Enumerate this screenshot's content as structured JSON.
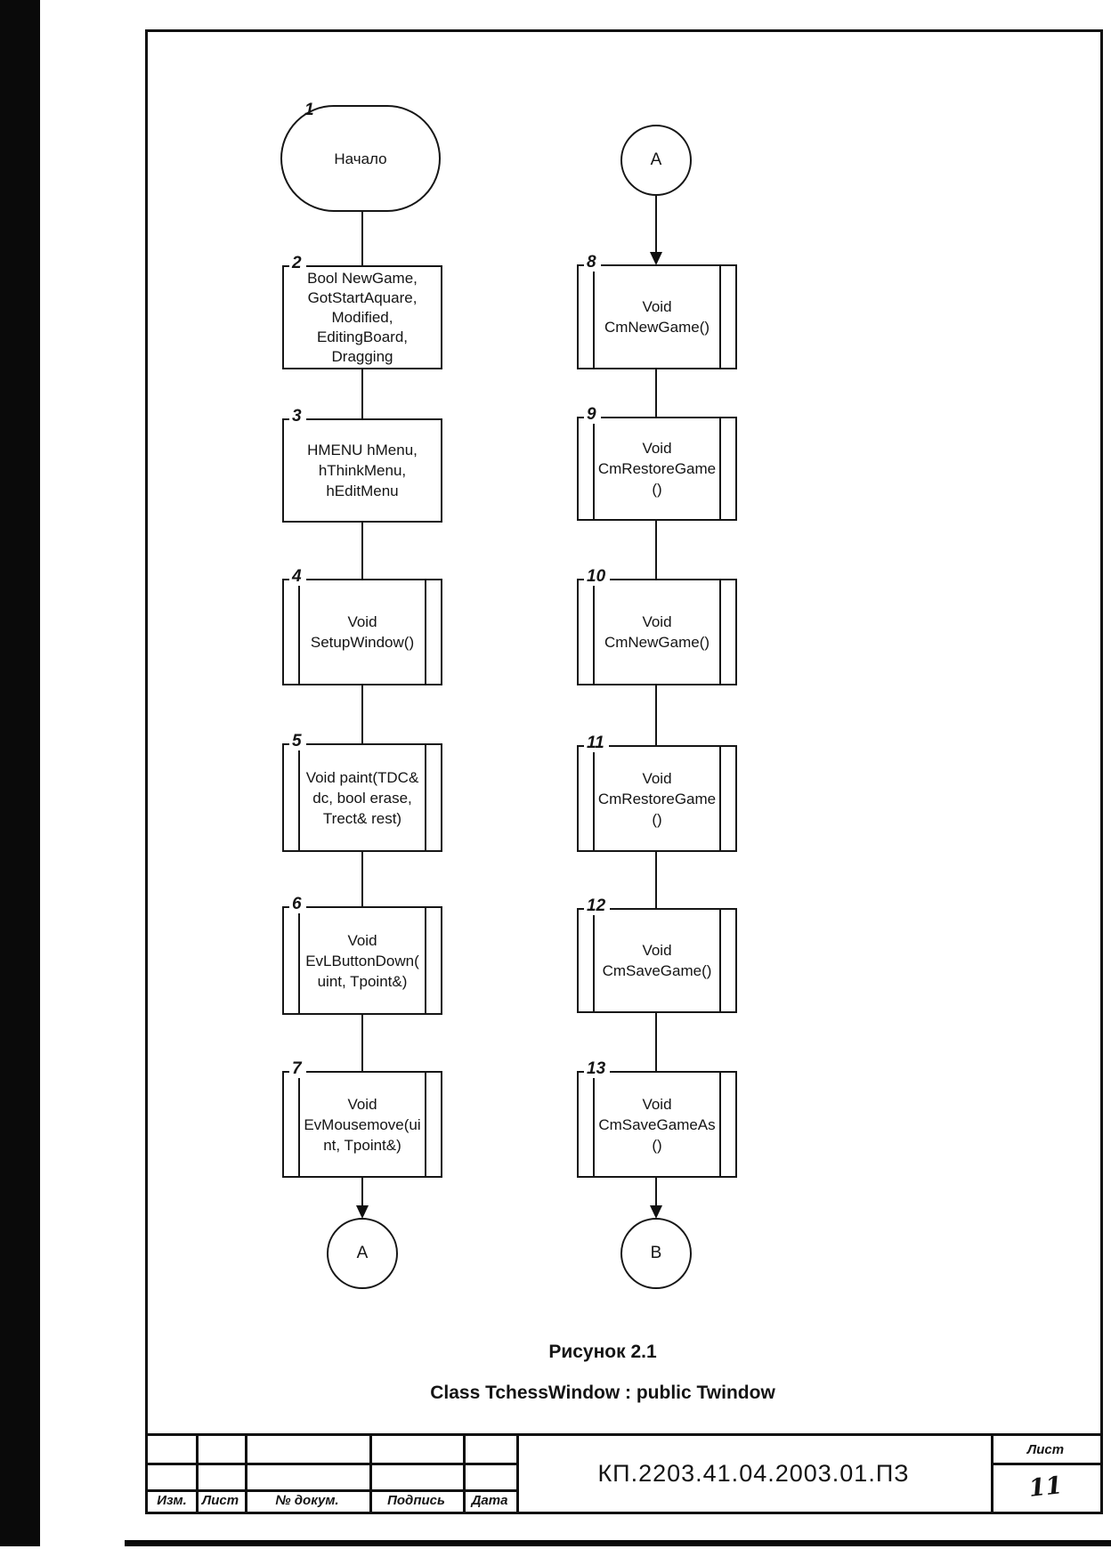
{
  "captions": {
    "figure": "Рисунок 2.1",
    "subtitle": "Class TchessWindow : public Twindow"
  },
  "flowchart": {
    "start": {
      "num": "1",
      "label": "Начало"
    },
    "connector_a_top": "A",
    "connector_a_bottom": "A",
    "connector_b_bottom": "B",
    "left_blocks": [
      {
        "num": "2",
        "type": "process",
        "lines": [
          "Bool NewGame,",
          "GotStartAquare,",
          "Modified,",
          "EditingBoard,",
          "Dragging"
        ]
      },
      {
        "num": "3",
        "type": "process",
        "lines": [
          "HMENU hMenu,",
          "hThinkMenu,",
          "hEditMenu"
        ]
      },
      {
        "num": "4",
        "type": "predefined",
        "lines": [
          "Void",
          "SetupWindow()"
        ]
      },
      {
        "num": "5",
        "type": "predefined",
        "lines": [
          "Void paint(TDC&",
          "dc, bool erase,",
          "Trect& rest)"
        ]
      },
      {
        "num": "6",
        "type": "predefined",
        "lines": [
          "Void",
          "EvLButtonDown(",
          "uint, Tpoint&)"
        ]
      },
      {
        "num": "7",
        "type": "predefined",
        "lines": [
          "Void",
          "EvMousemove(ui",
          "nt, Tpoint&)"
        ]
      }
    ],
    "right_blocks": [
      {
        "num": "8",
        "type": "predefined",
        "lines": [
          "Void",
          "CmNewGame()"
        ]
      },
      {
        "num": "9",
        "type": "predefined",
        "lines": [
          "Void",
          "CmRestoreGame",
          "()"
        ]
      },
      {
        "num": "10",
        "type": "predefined",
        "lines": [
          "Void",
          "CmNewGame()"
        ]
      },
      {
        "num": "11",
        "type": "predefined",
        "lines": [
          "Void",
          "CmRestoreGame",
          "()"
        ]
      },
      {
        "num": "12",
        "type": "predefined",
        "lines": [
          "Void",
          "CmSaveGame()"
        ]
      },
      {
        "num": "13",
        "type": "predefined",
        "lines": [
          "Void",
          "CmSaveGameAs",
          "()"
        ]
      }
    ]
  },
  "title_block": {
    "doc_code": "КП.2203.41.04.2003.01.ПЗ",
    "labels": {
      "izm": "Изм.",
      "list": "Лист",
      "doc": "№ докум.",
      "sign": "Подпись",
      "date": "Дата",
      "sheet": "Лист"
    },
    "sheet_number": "11"
  },
  "colors": {
    "ink": "#141414",
    "paper": "#ffffff"
  }
}
